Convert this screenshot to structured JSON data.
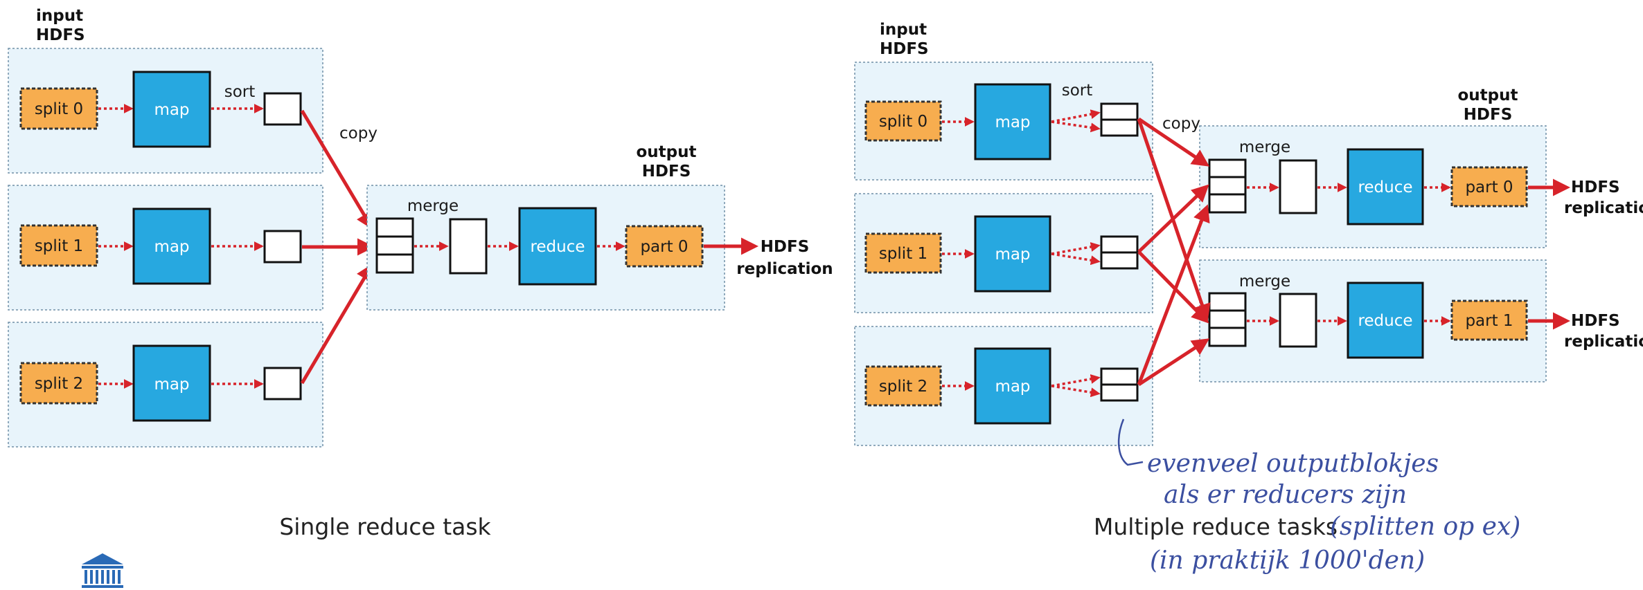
{
  "left": {
    "input_title": [
      "input",
      "HDFS"
    ],
    "splits": [
      "split 0",
      "split 1",
      "split 2"
    ],
    "map": "map",
    "sort": "sort",
    "copy": "copy",
    "merge": "merge",
    "reduce": "reduce",
    "output_title": [
      "output",
      "HDFS"
    ],
    "part": "part 0",
    "replication": [
      "HDFS",
      "replication"
    ],
    "caption": "Single reduce task"
  },
  "right": {
    "input_title": [
      "input",
      "HDFS"
    ],
    "splits": [
      "split 0",
      "split 1",
      "split 2"
    ],
    "map": "map",
    "sort": "sort",
    "copy": "copy",
    "merge": "merge",
    "reduce": "reduce",
    "output_title": [
      "output",
      "HDFS"
    ],
    "parts": [
      "part 0",
      "part 1"
    ],
    "replication": [
      "HDFS",
      "replication"
    ],
    "caption": "Multiple reduce tasks"
  },
  "annotation": {
    "lines": [
      "evenveel outputblokjes",
      "als er reducers zijn",
      "(splitten op ex)",
      "(in praktijk 1000'den)"
    ]
  },
  "icons": [
    "building-icon"
  ],
  "colors": {
    "split": "#f7ad4f",
    "map": "#27a8e0",
    "arrow": "#d7232a",
    "panel": "#e8f4fb",
    "handwriting": "#3b4fa0"
  }
}
